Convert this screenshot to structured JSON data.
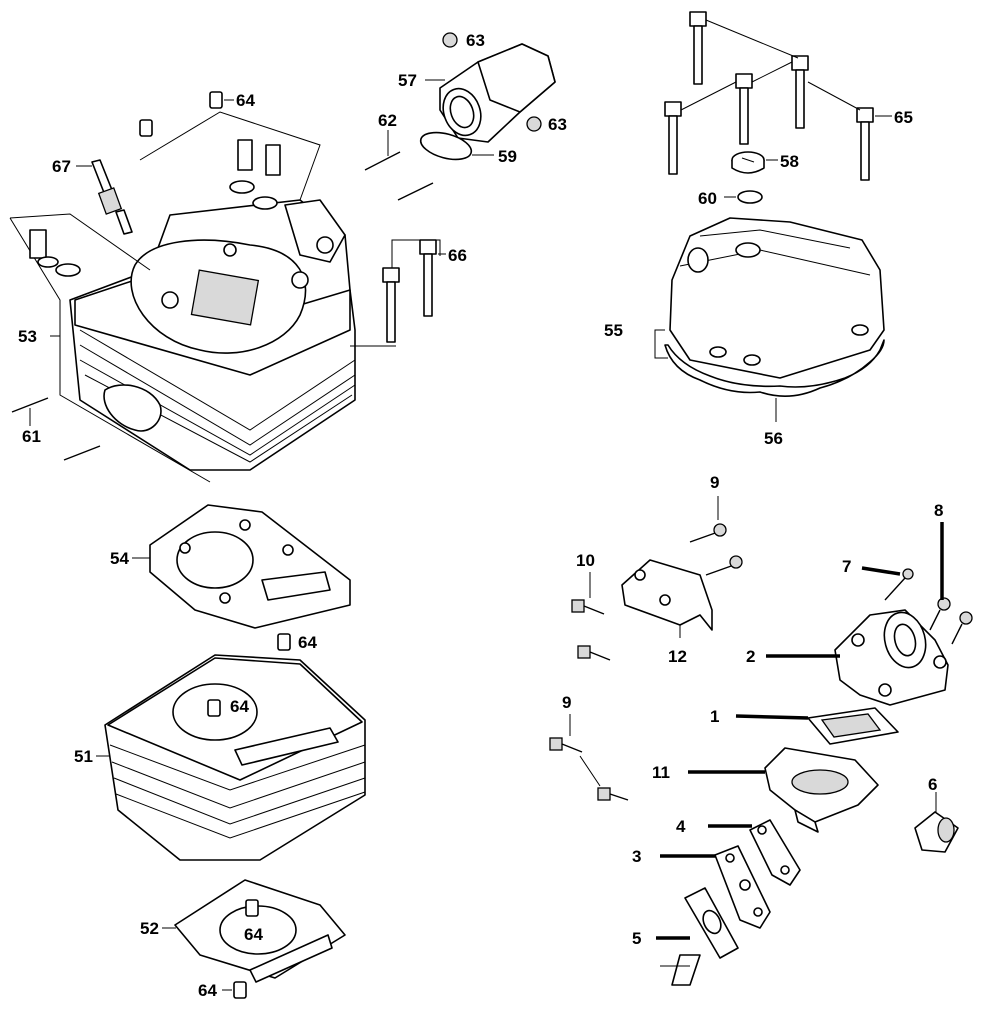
{
  "callouts": {
    "c1": "1",
    "c2": "2",
    "c3": "3",
    "c4": "4",
    "c5": "5",
    "c6": "6",
    "c7": "7",
    "c8": "8",
    "c9a": "9",
    "c9b": "9",
    "c10": "10",
    "c11": "11",
    "c12": "12",
    "c51": "51",
    "c52": "52",
    "c53": "53",
    "c54": "54",
    "c55": "55",
    "c56": "56",
    "c57": "57",
    "c58": "58",
    "c59": "59",
    "c60": "60",
    "c61": "61",
    "c62": "62",
    "c63a": "63",
    "c63b": "63",
    "c64a": "64",
    "c64b": "64",
    "c64c": "64",
    "c64d": "64",
    "c64e": "64",
    "c65": "65",
    "c66": "66",
    "c67": "67"
  }
}
